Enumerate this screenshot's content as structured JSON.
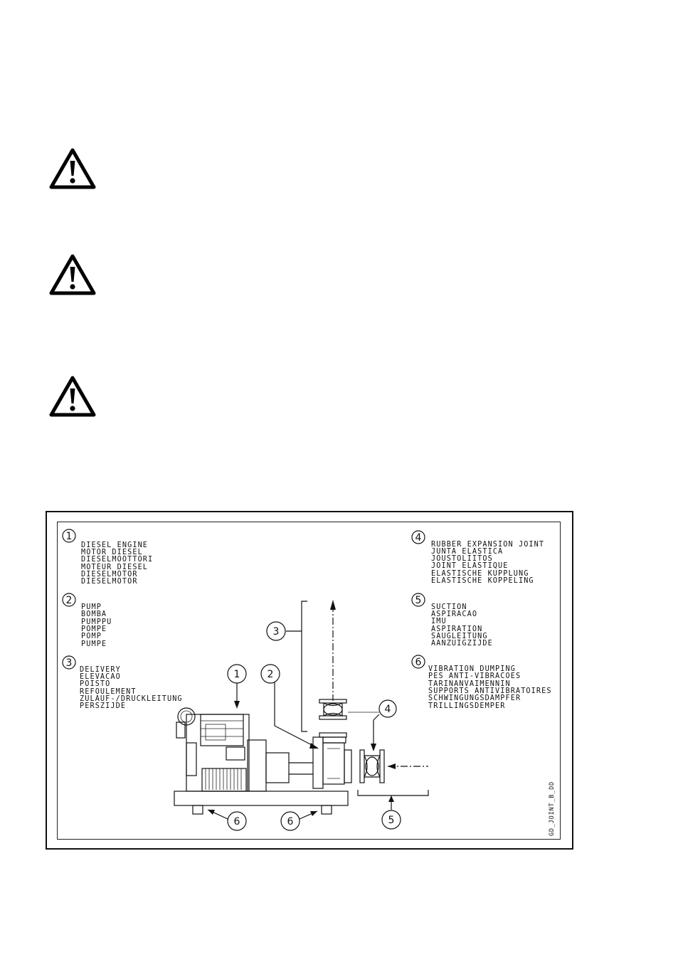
{
  "warnings": [
    {
      "icon": "warning-triangle-icon"
    },
    {
      "icon": "warning-triangle-icon"
    },
    {
      "icon": "warning-triangle-icon"
    }
  ],
  "figure": {
    "legend": [
      {
        "number": "1",
        "lines": [
          "DIESEL ENGINE",
          "MOTOR DIESEL",
          "DIESELMOOTTORI",
          "MOTEUR DIESEL",
          "DIESELMOTOR",
          "DIESELMOTOR"
        ]
      },
      {
        "number": "2",
        "lines": [
          "PUMP",
          "BOMBA",
          "PUMPPU",
          "POMPE",
          "POMP",
          "PUMPE"
        ]
      },
      {
        "number": "3",
        "lines": [
          "DELIVERY",
          "ELEVACAO",
          "POISTO",
          "REFOULEMENT",
          "ZULAUF-/DRUCKLEITUNG",
          "PERSZIJDE"
        ]
      },
      {
        "number": "4",
        "lines": [
          "RUBBER EXPANSION JOINT",
          "JUNTA ELASTICA",
          "JOUSTOLIITOS",
          "JOINT ELASTIQUE",
          "ELASTISCHE KUPPLUNG",
          "ELASTISCHE KOPPELING"
        ]
      },
      {
        "number": "5",
        "lines": [
          "SUCTION",
          "ASPIRACAO",
          "IMU",
          "ASPIRATION",
          "SAUGLEITUNG",
          "AANZUIGZIJDE"
        ]
      },
      {
        "number": "6",
        "lines": [
          "VIBRATION DUMPING",
          "PES ANTI-VIBRACOES",
          "TARINANVAIMENNIN",
          "SUPPORTS ANTIVIBRATOIRES",
          "SCHWINGUNGSDAMPFER",
          "TRILLINGSDEMPER"
        ]
      }
    ],
    "callouts": [
      "1",
      "2",
      "3",
      "4",
      "5",
      "6",
      "6"
    ],
    "code": "GD_JOINT_B_DD"
  }
}
